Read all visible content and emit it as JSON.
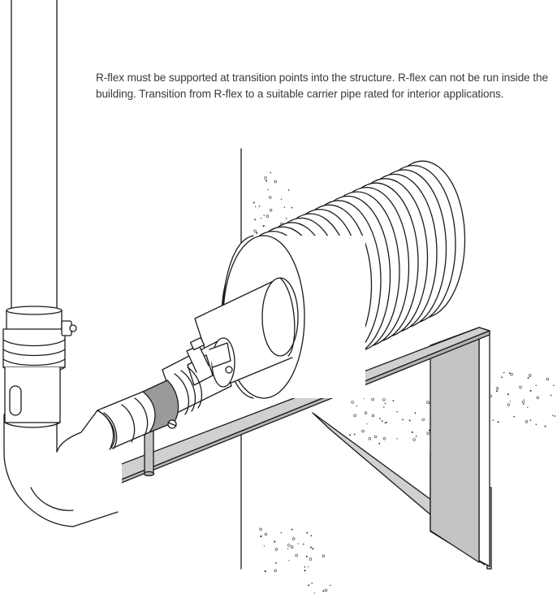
{
  "caption": {
    "text": "R-flex must be supported at transition points into the structure. R-flex can not be run inside the building. Transition from R-flex to a suitable carrier pipe rated for interior applications."
  },
  "colors": {
    "line": "#1a1a1a",
    "bracket_fill": "#d0d0d0",
    "clamp_band": "#9a9a9a",
    "pipe_fill": "#ffffff",
    "masonry_dots": "#333333"
  },
  "illustration": {
    "subject": "pipe-wall-penetration-support",
    "parts": [
      "vertical-carrier-pipe",
      "elbow",
      "ball-valve",
      "insulated-flex-pipe",
      "wall-bracket",
      "exterior-wall"
    ]
  }
}
